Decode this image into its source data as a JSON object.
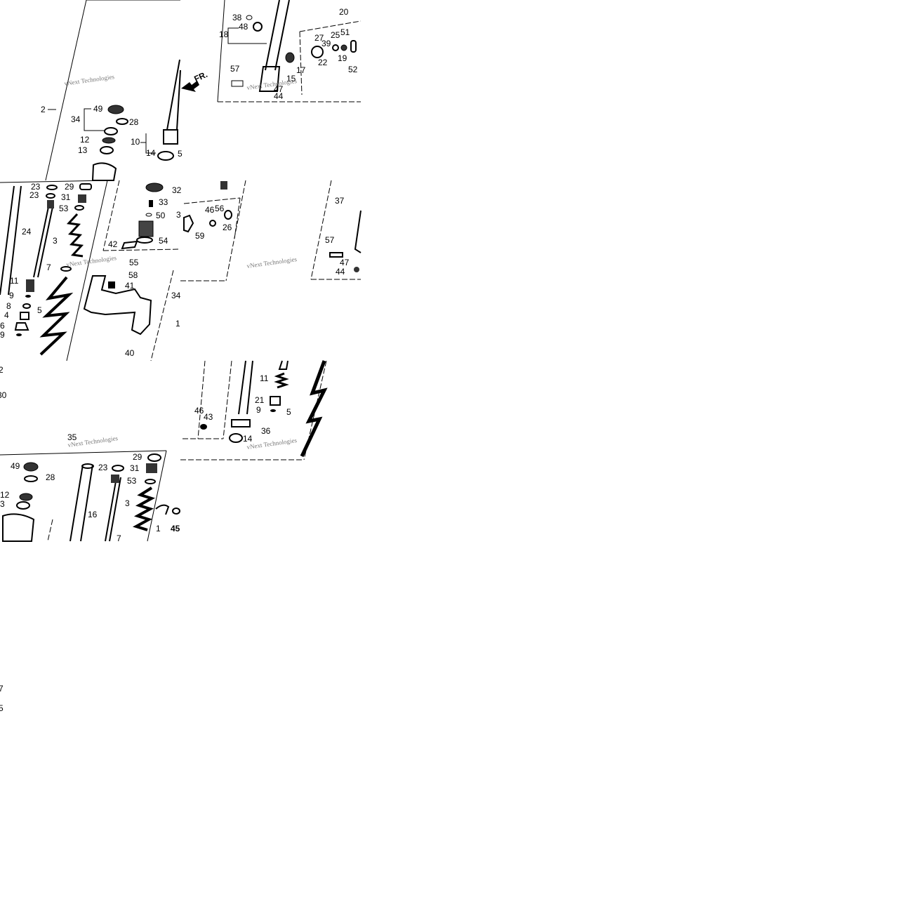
{
  "diagram": {
    "arrow_label": "FR.",
    "watermark": "vNext Technologies",
    "tile_top_right": [
      "38",
      "48",
      "18",
      "20",
      "27",
      "39",
      "25",
      "51",
      "22",
      "19",
      "52",
      "17",
      "15",
      "57",
      "47",
      "44"
    ],
    "tile_top_left": [
      "2",
      "49",
      "34",
      "28",
      "12",
      "13",
      "10",
      "14",
      "5"
    ],
    "tile_mid_left": [
      "23",
      "23",
      "29",
      "31",
      "53",
      "24",
      "3",
      "7",
      "11",
      "9",
      "8",
      "4",
      "6",
      "9",
      "5"
    ],
    "tile_mid_center": [
      "32",
      "33",
      "50",
      "3",
      "54",
      "42",
      "55",
      "58",
      "41",
      "40",
      "34",
      "1"
    ],
    "tile_mid_right": [
      "46",
      "56",
      "26",
      "59"
    ],
    "tile_mid_far": [
      "37",
      "57",
      "47",
      "44"
    ],
    "tile_low_center": [
      "46",
      "43",
      "11",
      "21",
      "9",
      "5",
      "36",
      "14"
    ],
    "tile_bottom": [
      "35",
      "49",
      "28",
      "12",
      "3",
      "23",
      "29",
      "31",
      "53",
      "16",
      "3",
      "7",
      "1",
      "45"
    ],
    "edge_labels": [
      "2",
      "30"
    ]
  }
}
